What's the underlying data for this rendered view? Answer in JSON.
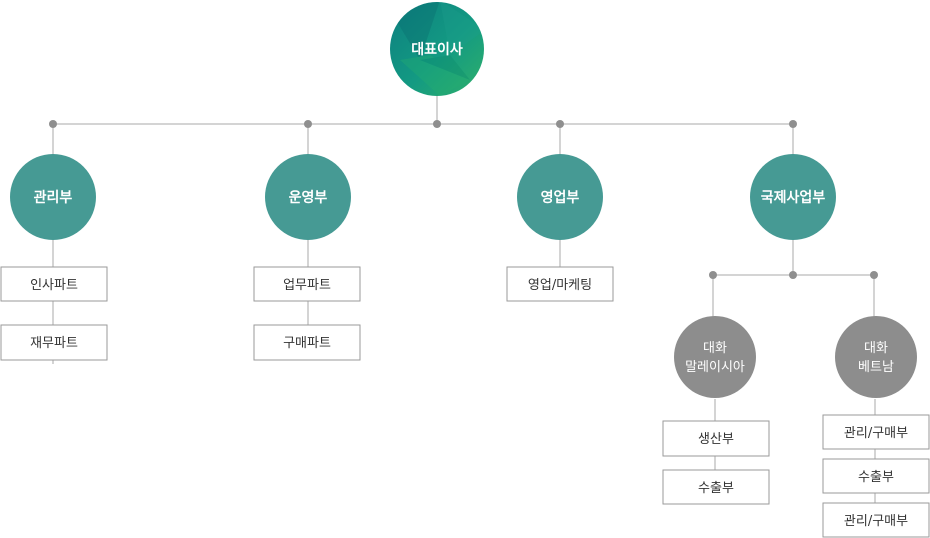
{
  "ceo": {
    "label": "대표이사"
  },
  "departments": [
    {
      "label": "관리부",
      "teams": [
        "인사파트",
        "재무파트"
      ]
    },
    {
      "label": "운영부",
      "teams": [
        "업무파트",
        "구매파트"
      ]
    },
    {
      "label": "영업부",
      "teams": [
        "영업/마케팅"
      ]
    },
    {
      "label": "국제사업부",
      "teams": []
    }
  ],
  "subsidiaries": [
    {
      "line1": "대화",
      "line2": "말레이시아",
      "teams": [
        "생산부",
        "수출부"
      ]
    },
    {
      "line1": "대화",
      "line2": "베트남",
      "teams": [
        "관리/구매부",
        "수출부",
        "관리/구매부"
      ]
    }
  ],
  "colors": {
    "dept_circle": "#469a94",
    "subsidiary_circle": "#8d8d8d",
    "ceo_dark": "#0f7d78",
    "ceo_light": "#21a672",
    "connector": "#a8a8a8"
  }
}
